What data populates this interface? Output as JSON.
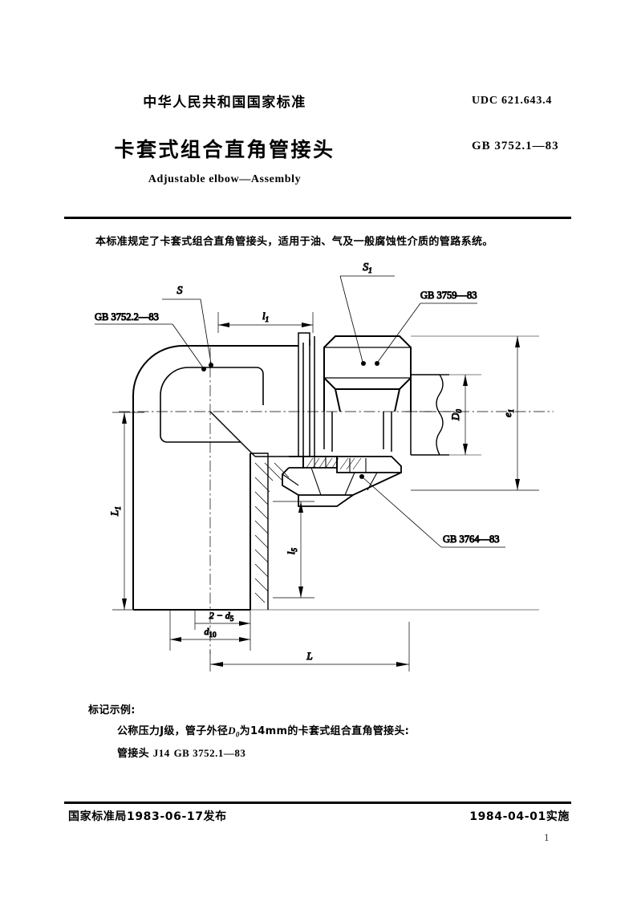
{
  "header": {
    "cn_standard_line": "中华人民共和国国家标准",
    "title_cn": "卡套式组合直角管接头",
    "title_en": "Adjustable elbow—Assembly",
    "udc": "UDC  621.643.4",
    "standard_no": "GB  3752.1—83"
  },
  "scope": {
    "paragraph": "本标准规定了卡套式组合直角管接头，适用于油、气及一般腐蚀性介质的管路系统。"
  },
  "drawing": {
    "callouts": {
      "gb_3752_2": "GB  3752.2—83",
      "gb_3759": "GB  3759—83",
      "gb_3764": "GB  3764—83",
      "s": "S",
      "s1": "S",
      "s1_sub": "1"
    },
    "dimensions": {
      "l1": "l",
      "l1_sub": "1",
      "l5": "l",
      "l5_sub": "5",
      "L_big": "L",
      "L1": "L",
      "L1_sub": "1",
      "D0": "D",
      "D0_sub": "0",
      "e1": "e",
      "e1_sub": "1",
      "d5": "2 − d",
      "d5_sub": "5",
      "d10": "d",
      "d10_sub": "10"
    }
  },
  "marking": {
    "heading": "标记示例:",
    "line2_a": "公称压力J级，管子外径",
    "line2_sym": "D",
    "line2_sym_sub": "0",
    "line2_b": "为14mm的卡套式组合直角管接头:",
    "line3_a": "管接头",
    "line3_b": "J14",
    "line3_c": "GB  3752.1—83"
  },
  "footer": {
    "issued": "国家标准局1983-06-17发布",
    "effective": "1984-04-01实施",
    "page_number": "1"
  },
  "colors": {
    "ink": "#000000",
    "paper": "#ffffff"
  }
}
